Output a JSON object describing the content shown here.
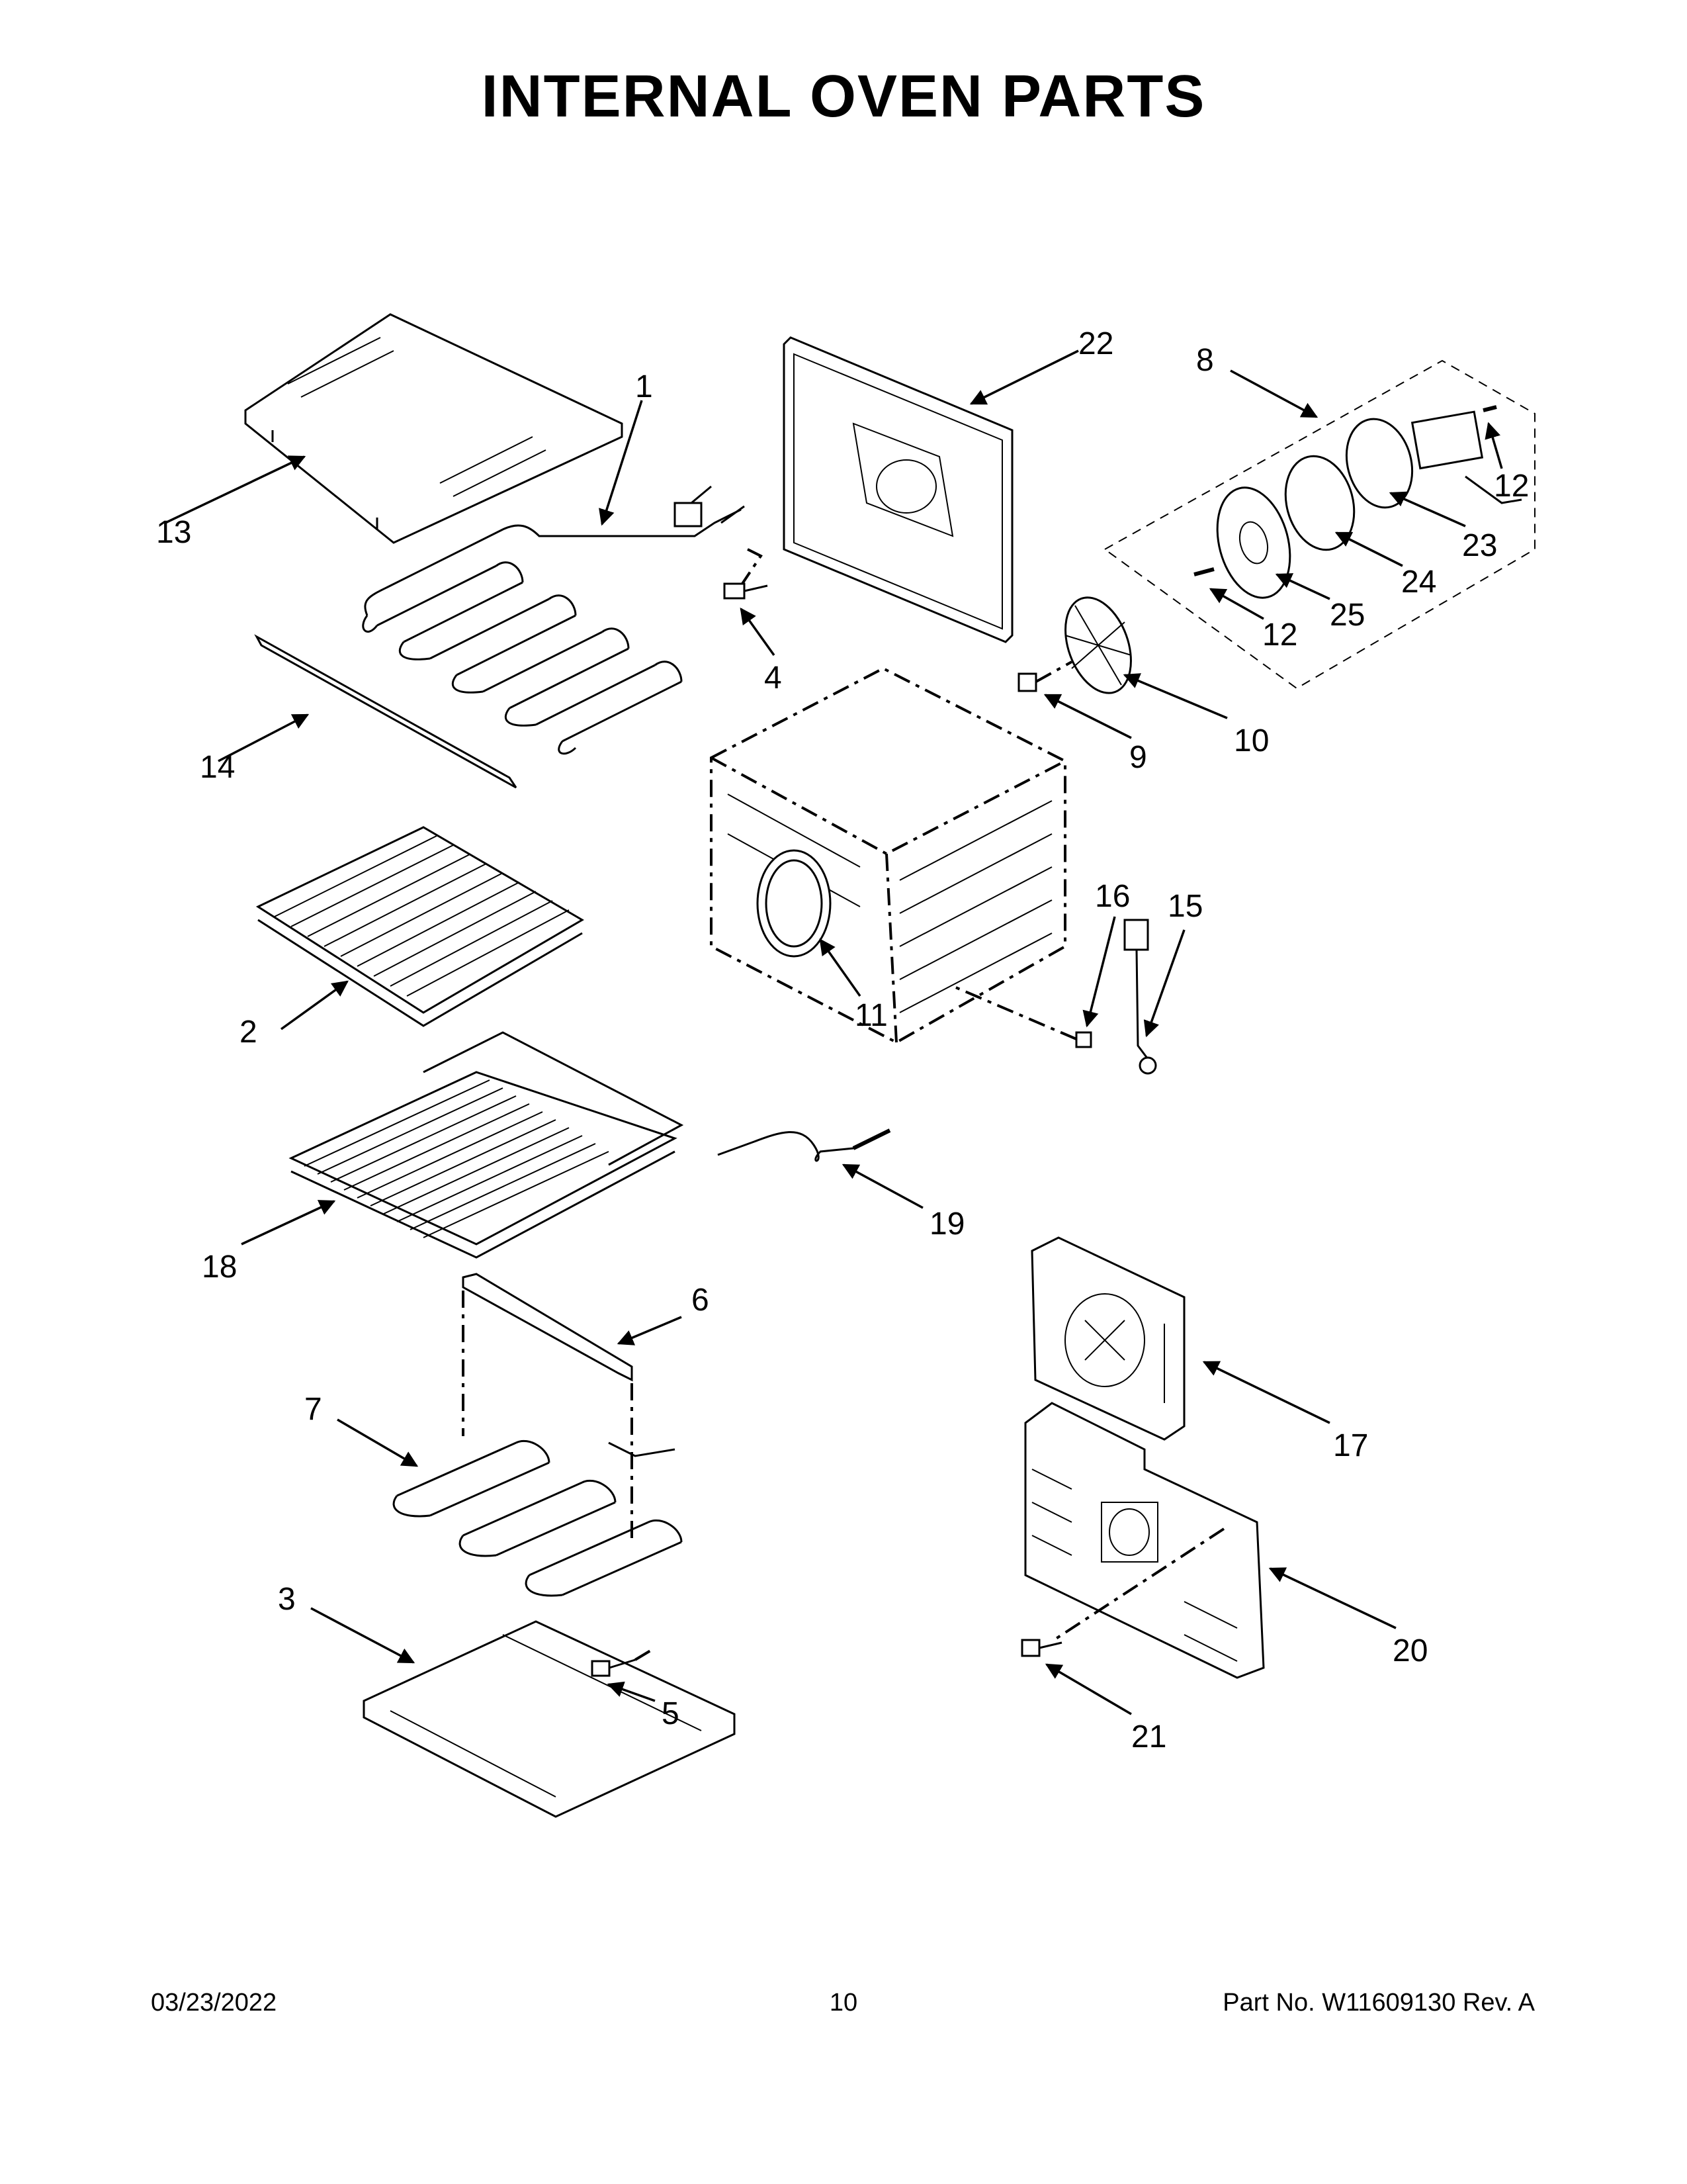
{
  "title": "INTERNAL OVEN PARTS",
  "callouts": [
    "1",
    "2",
    "3",
    "4",
    "5",
    "6",
    "7",
    "8",
    "9",
    "10",
    "11",
    "12",
    "13",
    "14",
    "15",
    "16",
    "17",
    "18",
    "19",
    "20",
    "21",
    "22",
    "23",
    "24",
    "25"
  ],
  "footer": {
    "date": "03/23/2022",
    "page": "10",
    "part_no": "Part No.  W11609130  Rev.  A"
  }
}
